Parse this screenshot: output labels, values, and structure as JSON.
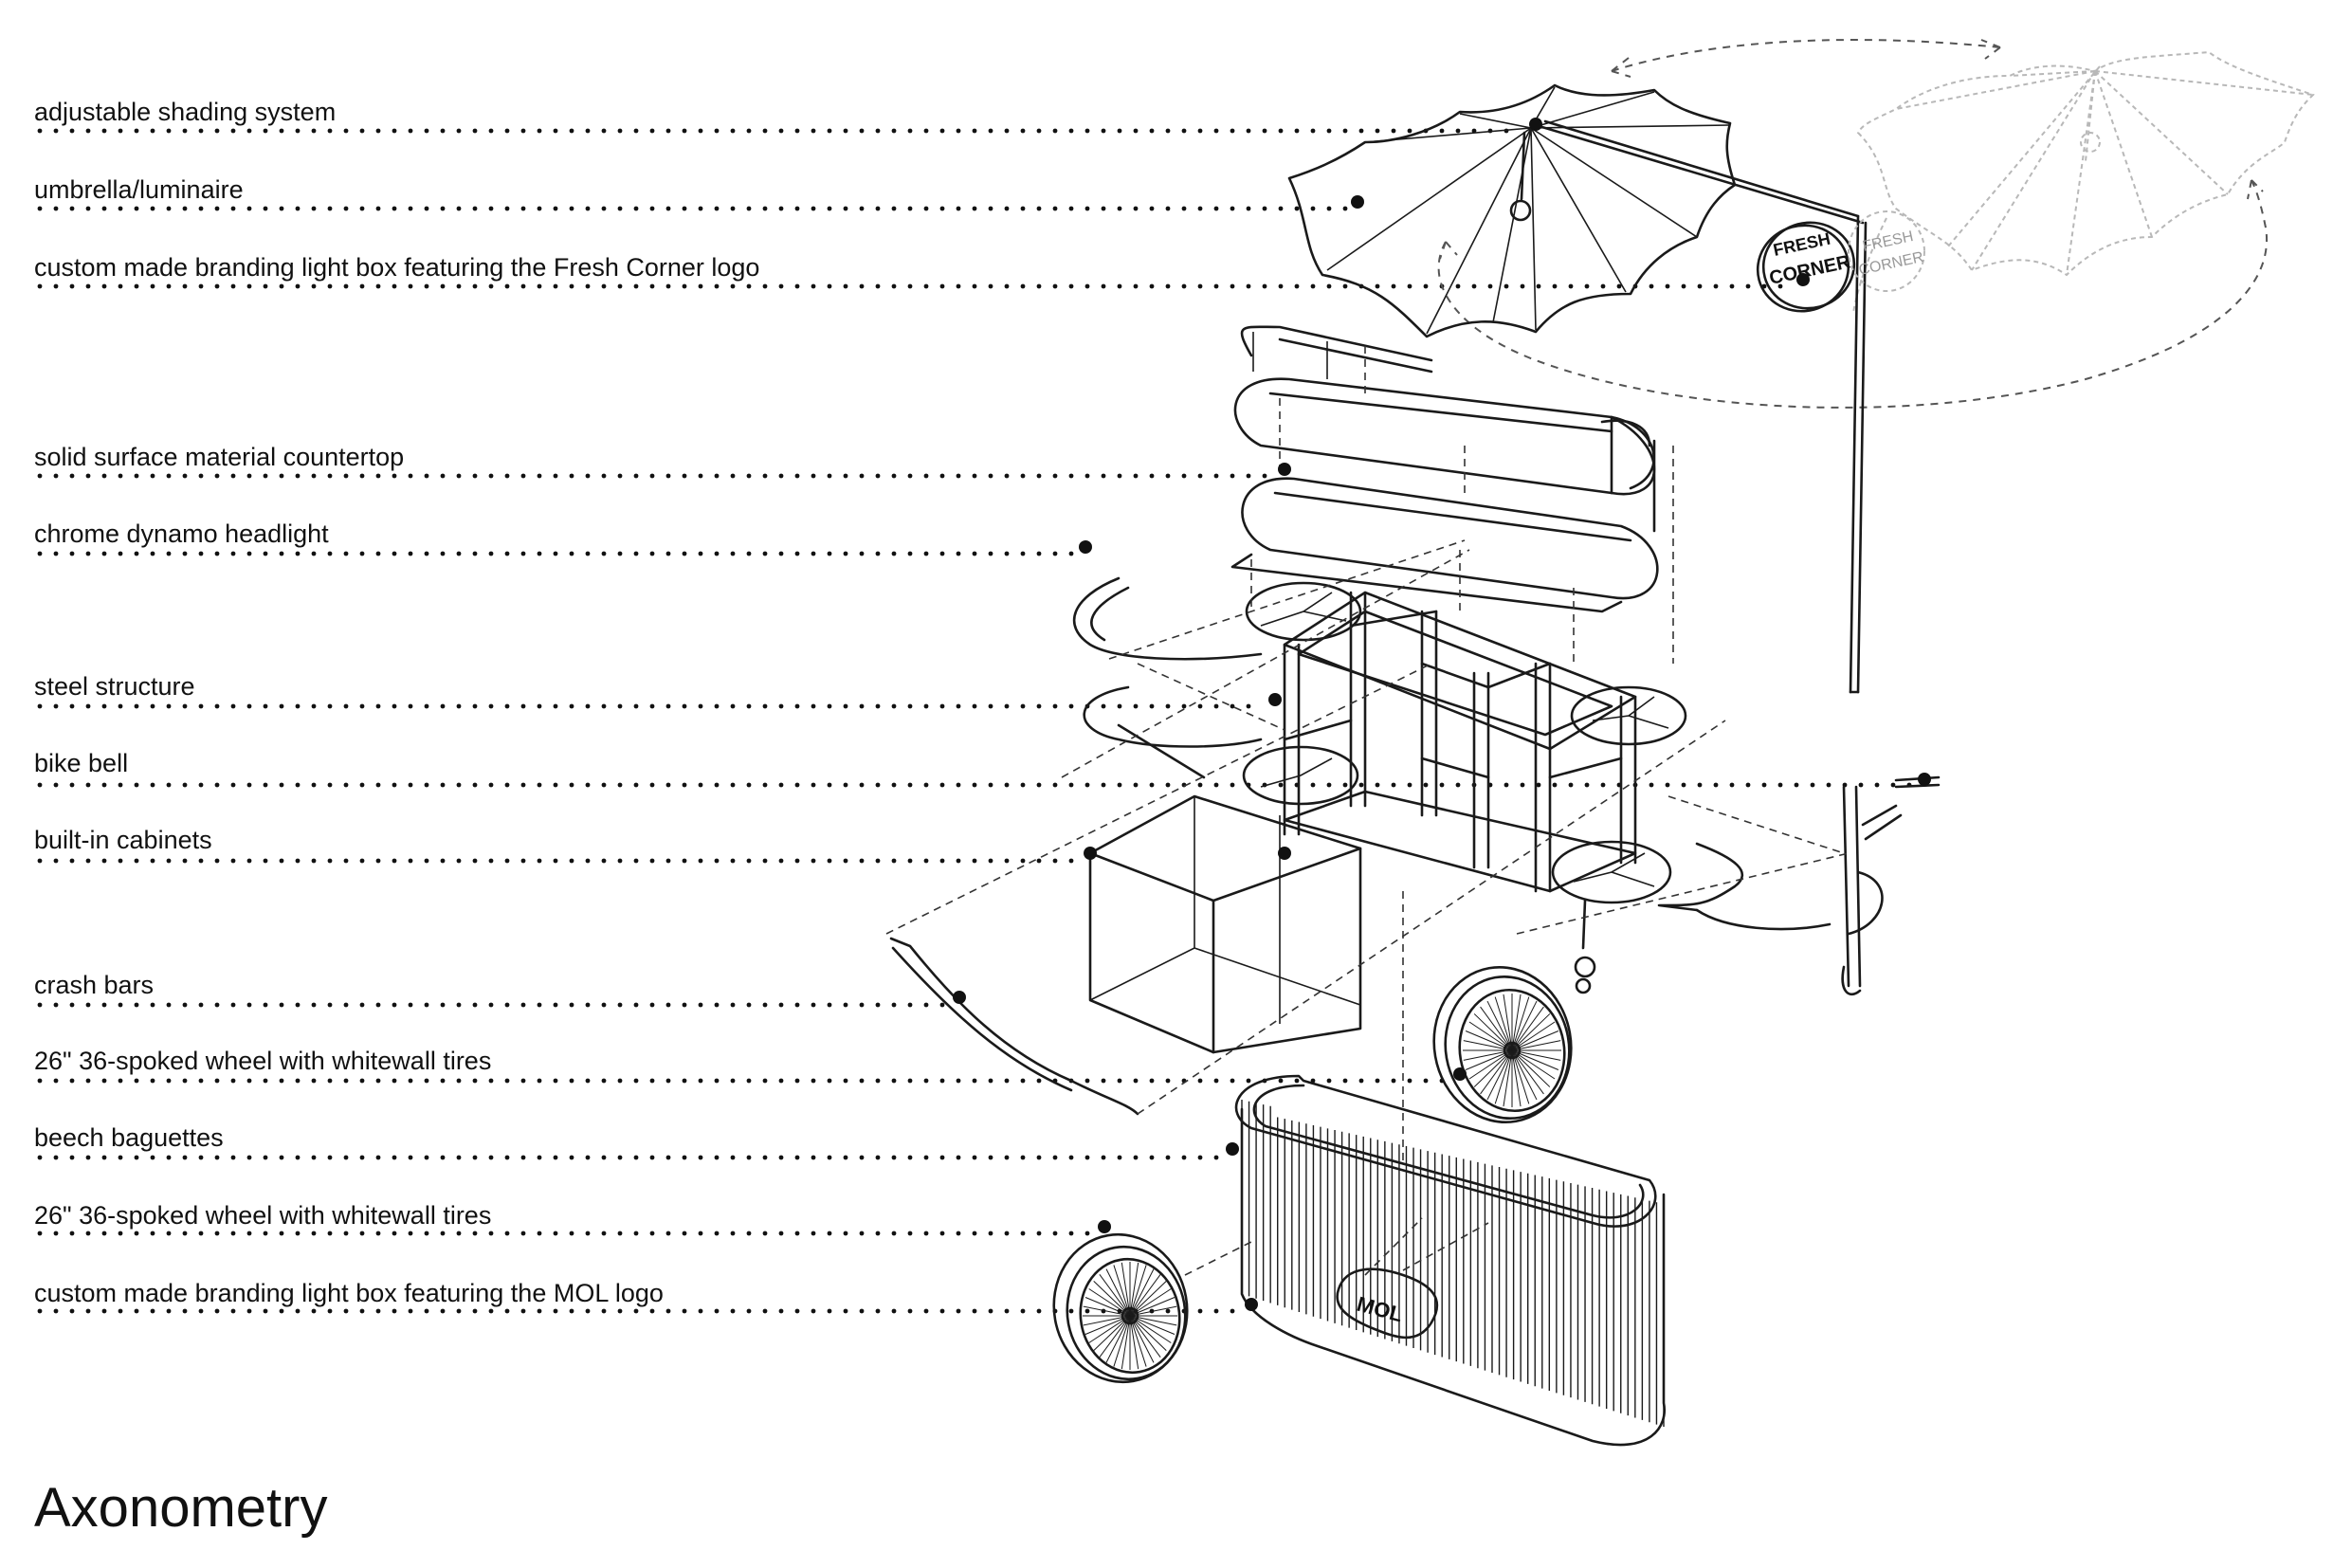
{
  "diagram": {
    "title": "Axonometry",
    "labels": [
      "adjustable shading system",
      "umbrella/luminaire",
      "custom made branding light box featuring the Fresh Corner logo",
      "solid surface material countertop",
      "chrome dynamo headlight",
      "steel structure",
      "bike bell",
      "built-in cabinets",
      "crash bars",
      "26\" 36-spoked wheel with whitewall tires",
      "beech baguettes",
      "26\" 36-spoked wheel with whitewall tires",
      "custom made branding light box featuring the MOL logo"
    ],
    "logos": {
      "fresh_corner": "FRESH CORNER",
      "mol": "MOL"
    }
  }
}
